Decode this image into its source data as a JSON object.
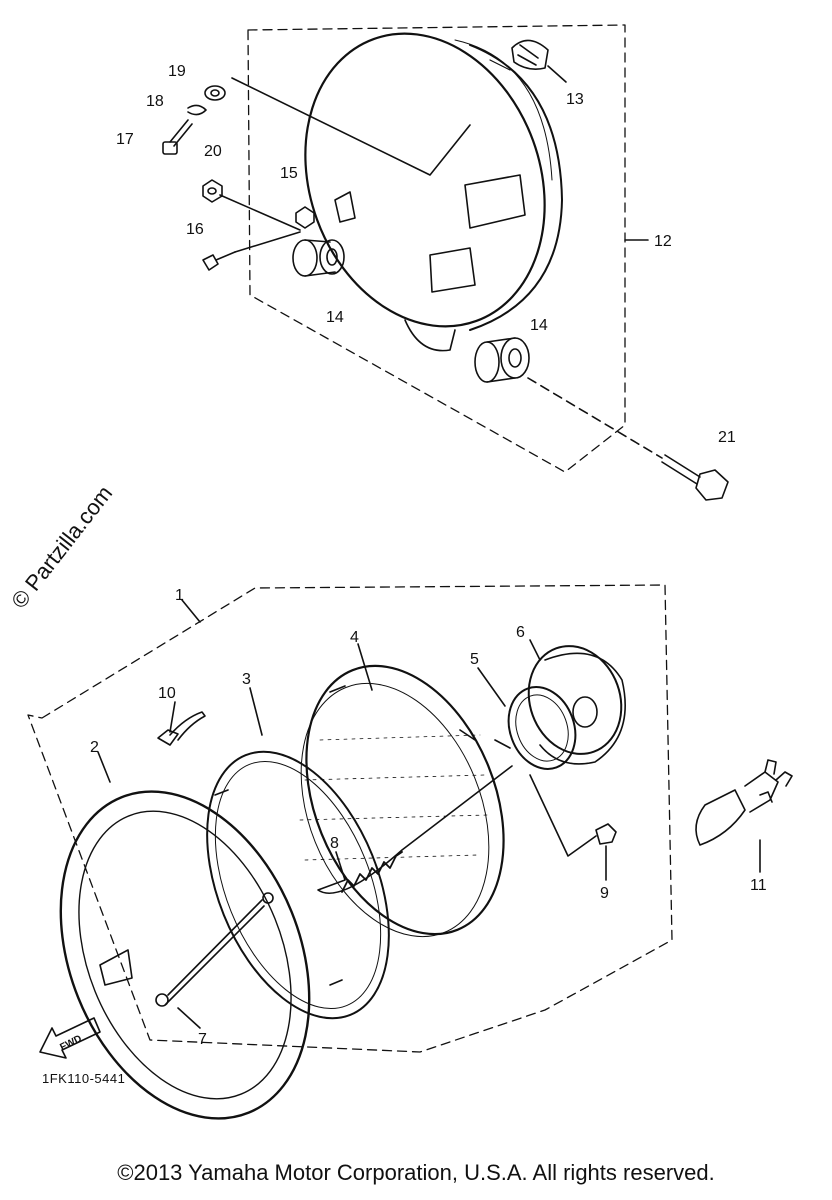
{
  "diagram": {
    "code": "1FK110-5441",
    "copyright": "©2013  Yamaha Motor Corporation, U.S.A. All rights reserved.",
    "watermark": "© Partzilla.com",
    "fwd_label": "FWD",
    "callouts": {
      "c1": "1",
      "c2": "2",
      "c3": "3",
      "c4": "4",
      "c5": "5",
      "c6": "6",
      "c7": "7",
      "c8": "8",
      "c9": "9",
      "c10": "10",
      "c11": "11",
      "c12": "12",
      "c13": "13",
      "c14a": "14",
      "c14b": "14",
      "c15": "15",
      "c16": "16",
      "c17": "17",
      "c18": "18",
      "c19": "19",
      "c20": "20",
      "c21": "21"
    }
  }
}
